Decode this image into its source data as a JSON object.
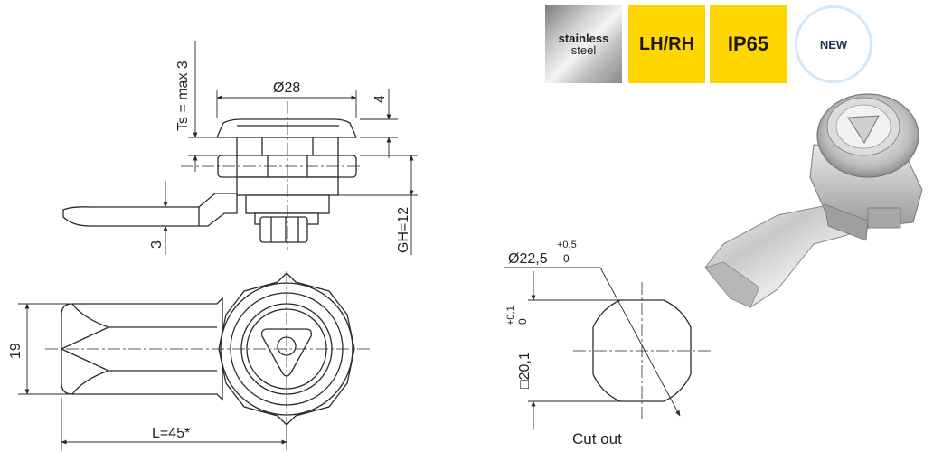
{
  "badges": {
    "material_line1": "stainless",
    "material_line2": "steel",
    "hand": "LH/RH",
    "ip": "IP65",
    "new": "NEW"
  },
  "dimensions": {
    "ts": "Ts = max 3",
    "diameter_head": "Ø28",
    "head_height": "4",
    "gh": "GH=12",
    "cam_thickness": "3",
    "width": "19",
    "length": "L=45*",
    "cutout_diameter": "Ø22,5",
    "cutout_diameter_tol_upper": "+0,5",
    "cutout_diameter_tol_lower": "0",
    "cutout_square": "□20,1",
    "cutout_square_tol_upper": "+0,1",
    "cutout_square_tol_lower": "0"
  },
  "labels": {
    "cutout": "Cut out"
  },
  "colors": {
    "badge_yellow": "#ffd600",
    "new_ring": "#d4e7f7",
    "new_text": "#1f3554",
    "line": "#2a2a2a"
  },
  "icons": {
    "material_badge": "brushed-steel-swatch",
    "product_photo": "quarter-turn-cam-lock"
  }
}
